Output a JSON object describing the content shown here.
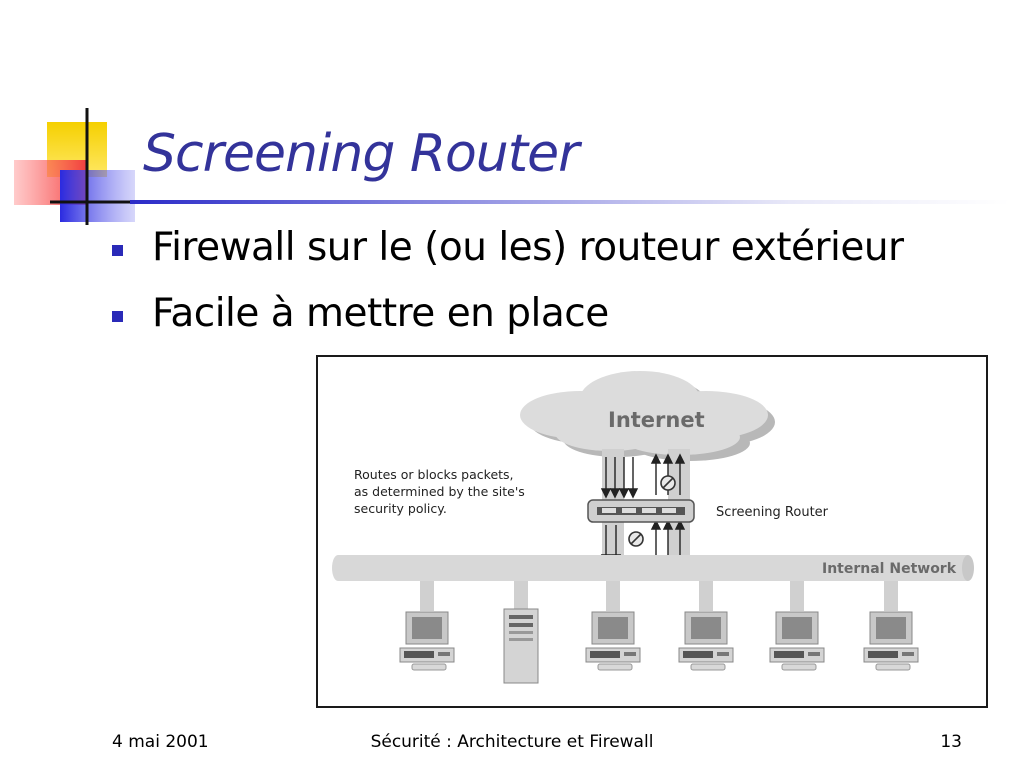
{
  "slide": {
    "title": "Screening Router",
    "bullets": [
      "Firewall sur le (ou les) routeur extérieur",
      "Facile à mettre en place"
    ]
  },
  "diagram": {
    "internet_label": "Internet",
    "router_label": "Screening Router",
    "network_label": "Internal Network",
    "note_lines": [
      "Routes or blocks packets,",
      "as determined by the site's",
      "security policy."
    ]
  },
  "footer": {
    "date": "4 mai 2001",
    "center": "Sécurité : Architecture et Firewall",
    "page": "13"
  },
  "colors": {
    "title": "#33339a",
    "bullet": "#2a2ab8",
    "logo_yellow": "#f5d000",
    "logo_red": "#f24040",
    "logo_blue": "#2a2ae0"
  }
}
